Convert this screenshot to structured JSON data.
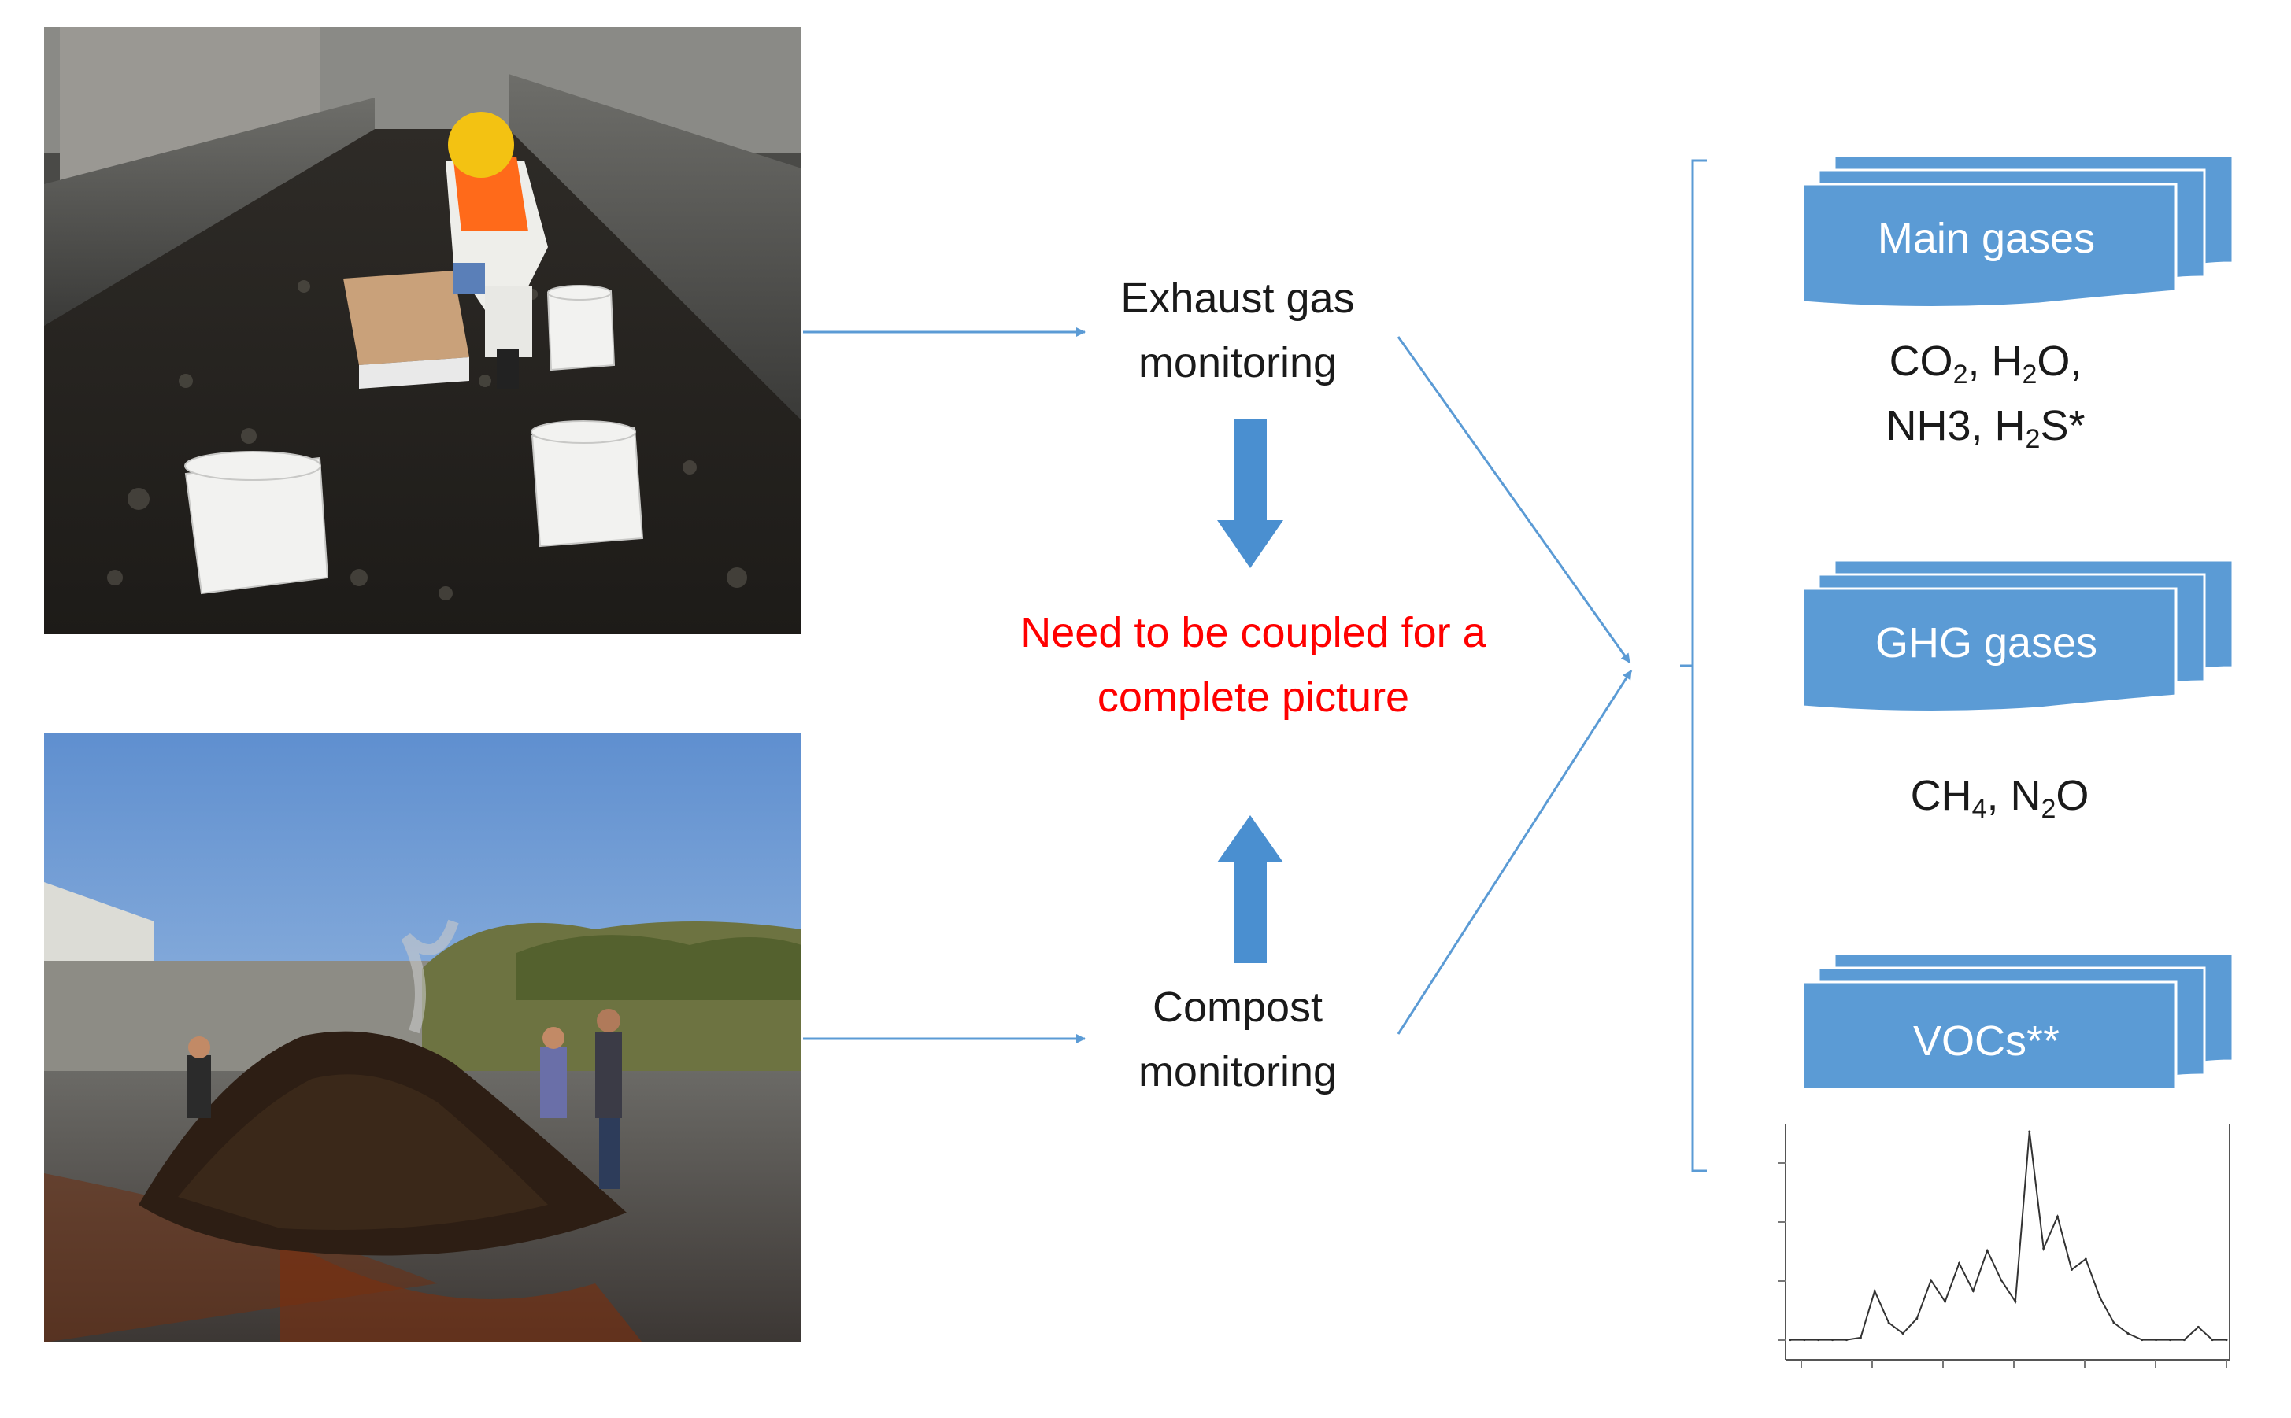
{
  "photos": {
    "top": {
      "subject": "worker in protective suit sampling gas from white chambers placed on a compost windrow"
    },
    "bottom": {
      "subject": "people turning a steaming compost pile on a wet concrete yard"
    }
  },
  "labels": {
    "exhaust": [
      "Exhaust gas",
      "monitoring"
    ],
    "compost": [
      "Compost",
      "monitoring"
    ],
    "coupling_note": [
      "Need to be coupled for a",
      "complete picture"
    ]
  },
  "categories": [
    {
      "name": "Main gases"
    },
    {
      "name": "GHG gases"
    },
    {
      "name": "VOCs**"
    }
  ],
  "formulas": {
    "main": {
      "line1": {
        "co": "CO",
        "co_sub": "2",
        "h": ", H",
        "h_sub": "2",
        "o": "O,"
      },
      "line2": {
        "nh3": "NH3, H",
        "h_sub": "2",
        "s": "S*"
      }
    },
    "ghg": {
      "ch": "CH",
      "ch_sub": "4",
      "n": ", N",
      "n_sub": "2",
      "o": "O"
    }
  },
  "colors": {
    "arrow_thin": "#5b9bd5",
    "arrow_block": "#4a8fd0",
    "tab_fill": "#5b9bd5",
    "note_text": "#ff0000",
    "bracket": "#5b9bd5"
  },
  "icons": {
    "down_arrow": "block-arrow-down-icon",
    "up_arrow": "block-arrow-up-icon",
    "bracket": "left-bracket"
  },
  "chart_data": {
    "type": "line",
    "title": "",
    "xlabel": "",
    "ylabel": "",
    "series": [
      {
        "values": [
          0.02,
          0.02,
          0.02,
          0.02,
          0.02,
          0.03,
          0.25,
          0.1,
          0.05,
          0.12,
          0.3,
          0.2,
          0.38,
          0.25,
          0.44,
          0.3,
          0.2,
          1.0,
          0.45,
          0.6,
          0.35,
          0.4,
          0.22,
          0.1,
          0.05,
          0.02,
          0.02,
          0.02,
          0.02,
          0.08,
          0.02,
          0.02
        ]
      }
    ]
  }
}
